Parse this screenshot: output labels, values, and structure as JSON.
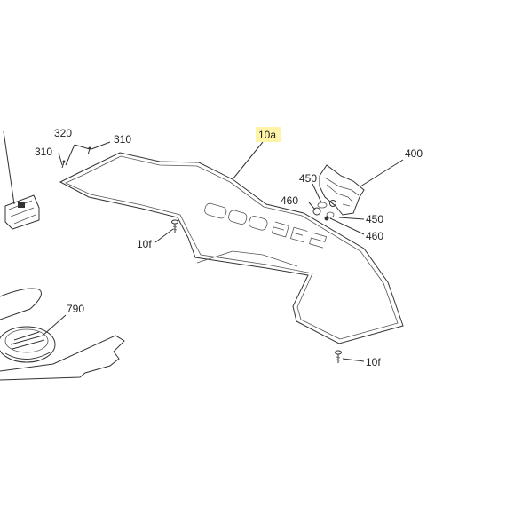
{
  "callouts": {
    "c10a": "10a",
    "c320": "320",
    "c310_top": "310",
    "c310_left": "310",
    "c400": "400",
    "c450_top": "450",
    "c450_bottom": "450",
    "c460_left": "460",
    "c460_bottom": "460",
    "c10f_left": "10f",
    "c10f_bottom": "10f",
    "c790": "790"
  },
  "highlight_color": "#fff3a8"
}
